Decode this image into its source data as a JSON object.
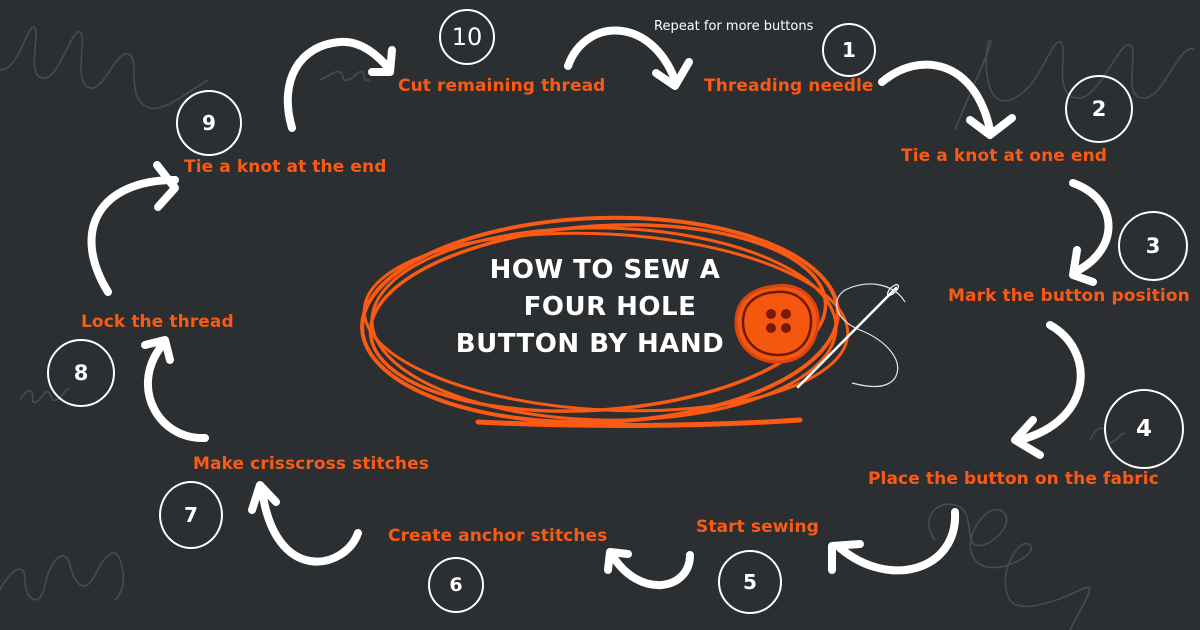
{
  "title": {
    "lines": [
      "HOW TO SEW A",
      "FOUR HOLE",
      "BUTTON BY HAND"
    ]
  },
  "note": "Repeat for more buttons",
  "colors": {
    "background": "#2c2f31",
    "accent": "#fa5a14",
    "button_fill": "#f5570f",
    "button_holes": "#7a1a08",
    "text_white": "#ffffff",
    "squiggle": "#4a4f52"
  },
  "steps": [
    {
      "number": "1",
      "label": "Threading needle"
    },
    {
      "number": "2",
      "label": "Tie a knot at one end"
    },
    {
      "number": "3",
      "label": "Mark the button  position"
    },
    {
      "number": "4",
      "label": "Place the button on the fabric"
    },
    {
      "number": "5",
      "label": "Start sewing"
    },
    {
      "number": "6",
      "label": "Create anchor stitches"
    },
    {
      "number": "7",
      "label": "Make crisscross stitches"
    },
    {
      "number": "8",
      "label": "Lock the thread"
    },
    {
      "number": "9",
      "label": "Tie a knot at the end"
    },
    {
      "number": "10",
      "label": "Cut remaining thread"
    }
  ],
  "icons": [
    "button-icon",
    "needle-thread-icon",
    "arrow-icon",
    "squiggle-decoration"
  ]
}
